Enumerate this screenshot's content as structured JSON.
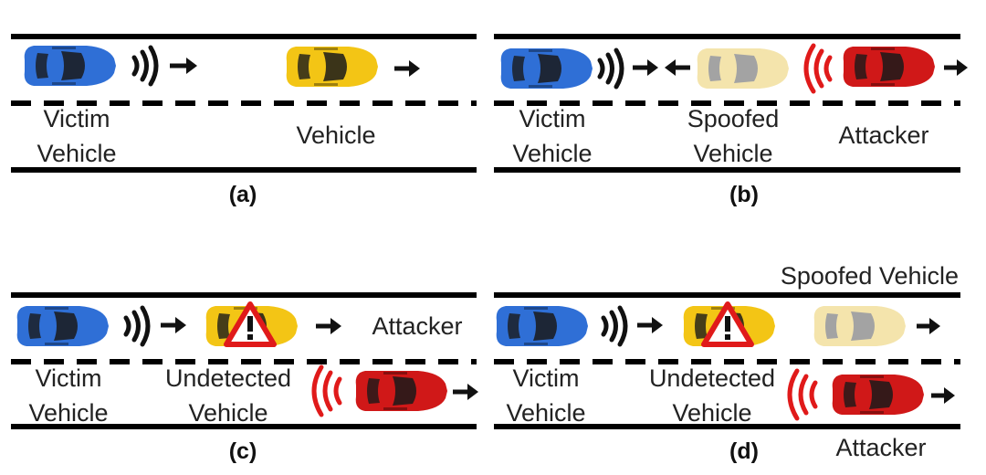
{
  "colors": {
    "victim": "#2f6fd6",
    "vehicle": "#f3c515",
    "spoofed": "#f3e2a4",
    "attacker": "#d01818",
    "road": "#000000",
    "wave_victim": "#111111",
    "wave_attacker": "#e01a1a",
    "warning": "#e01a1a"
  },
  "panels": {
    "a": {
      "caption": "(a)",
      "victim_label": [
        "Victim",
        "Vehicle"
      ],
      "vehicle_label": "Vehicle"
    },
    "b": {
      "caption": "(b)",
      "victim_label": [
        "Victim",
        "Vehicle"
      ],
      "spoofed_label": [
        "Spoofed",
        "Vehicle"
      ],
      "attacker_label": "Attacker"
    },
    "c": {
      "caption": "(c)",
      "victim_label": [
        "Victim",
        "Vehicle"
      ],
      "undetected_label": [
        "Undetected",
        "Vehicle"
      ],
      "attacker_label": "Attacker"
    },
    "d": {
      "caption": "(d)",
      "spoofed_label": "Spoofed Vehicle",
      "victim_label": [
        "Victim",
        "Vehicle"
      ],
      "undetected_label": [
        "Undetected",
        "Vehicle"
      ],
      "attacker_label": "Attacker"
    }
  },
  "icons": {
    "car": "car-top-view-icon",
    "wave": "radar-wave-icon",
    "arrow": "direction-arrow-icon",
    "warning": "warning-triangle-icon"
  }
}
